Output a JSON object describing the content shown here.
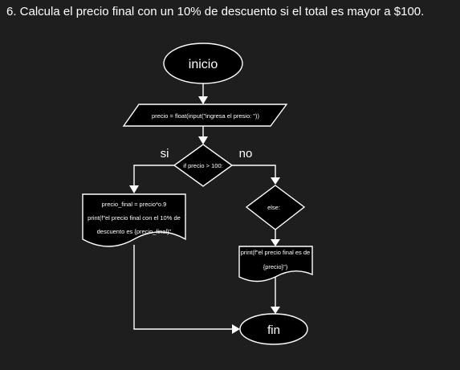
{
  "title": "6. Calcula el precio final con un 10% de descuento si el total es mayor a $100.",
  "flow": {
    "start": "inicio",
    "input": "precio = float(input(\"ingresa el presio: \"))",
    "condition": "if precio > 100:",
    "yes_label": "si",
    "no_label": "no",
    "yes_doc": {
      "line1": "precio_final = precio*o.9",
      "line2": "print(f\"el precio final con el 10% de",
      "line3": "descuento es {precio_final}\""
    },
    "else": "else:",
    "no_doc": {
      "line1": "print(f\"el precio final es de",
      "line2": "{precio}\")"
    },
    "end": "fin"
  },
  "colors": {
    "background": "#1e1e1e",
    "shape_fill": "#000000",
    "stroke": "#ffffff",
    "text": "#ffffff"
  }
}
